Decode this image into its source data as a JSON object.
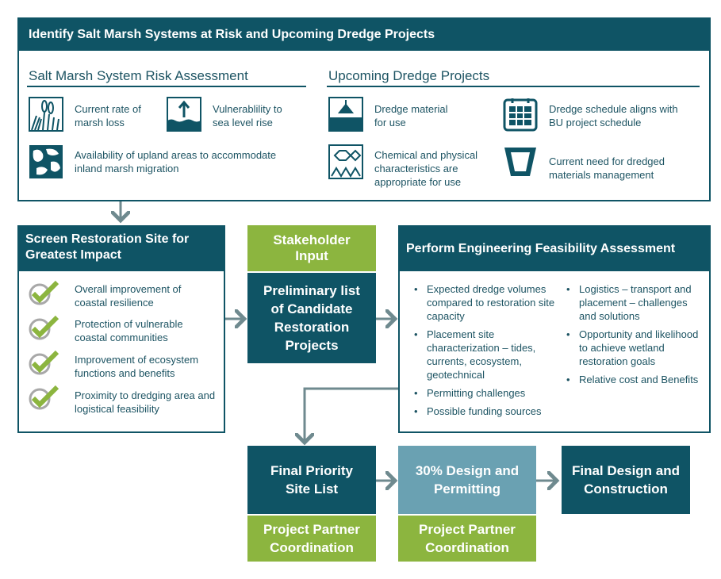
{
  "top": {
    "title": "Identify Salt Marsh Systems at Risk and Upcoming Dredge Projects",
    "risk": {
      "heading": "Salt Marsh System Risk Assessment",
      "items": [
        {
          "icon": "marsh-grass-icon",
          "label": "Current rate of marsh loss"
        },
        {
          "icon": "sea-level-rise-icon",
          "label": "Vulnerablility to sea level rise"
        },
        {
          "icon": "upland-map-icon",
          "label": "Availability of upland areas to accommodate inland marsh migration"
        }
      ]
    },
    "dredge": {
      "heading": "Upcoming Dredge Projects",
      "items": [
        {
          "icon": "dredge-material-icon",
          "label": "Dredge material for use"
        },
        {
          "icon": "calendar-icon",
          "label": "Dredge schedule aligns with BU project schedule"
        },
        {
          "icon": "chemical-structure-icon",
          "label": "Chemical and physical characteristics are appropriate for use"
        },
        {
          "icon": "bucket-icon",
          "label": "Current need for dredged materials management"
        }
      ]
    }
  },
  "screen": {
    "title": "Screen Restoration Site for Greatest Impact",
    "items": [
      "Overall improvement of coastal resilience",
      "Protection of vulnerable coastal communities",
      "Improvement of ecosystem functions and benefits",
      "Proximity to dredging area and logistical feasibility"
    ]
  },
  "stakeholder": "Stakeholder Input",
  "preliminary": "Preliminary list of Candidate Restoration Projects",
  "engineering": {
    "title": "Perform Engineering Feasibility Assessment",
    "left": [
      "Expected dredge volumes compared to restoration site capacity",
      "Placement site characterization – tides, currents, ecosystem, geotechnical",
      "Permitting challenges",
      "Possible funding sources"
    ],
    "right": [
      "Logistics  – transport and placement  – challenges and solutions",
      "Opportunity and likelihood to achieve wetland restoration goals",
      "Relative cost and Benefits"
    ]
  },
  "final_priority": "Final Priority Site List",
  "coord1": "Project Partner Coordination",
  "design30": "30% Design and Permitting",
  "coord2": "Project Partner Coordination",
  "final_design": "Final Design and Construction",
  "colors": {
    "teal": "#0f5465",
    "green": "#8cb53f",
    "light_teal": "#6aa1b2"
  }
}
